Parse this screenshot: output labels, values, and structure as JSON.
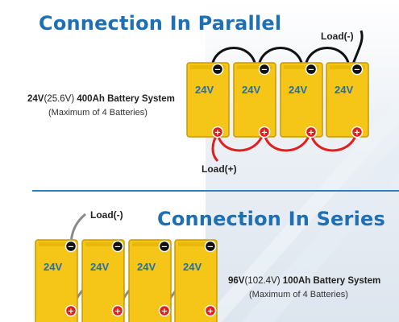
{
  "parallel": {
    "title": "Connection In Parallel",
    "spec_voltage": "24V",
    "spec_voltage_detail": "(25.6V)",
    "spec_capacity": "400Ah Battery System",
    "spec_note": "(Maximum of 4 Batteries)",
    "load_negative": "Load(-)",
    "load_positive": "Load(+)",
    "batteries": [
      "24V",
      "24V",
      "24V",
      "24V"
    ]
  },
  "series": {
    "title": "Connection In Series",
    "spec_voltage": "96V",
    "spec_voltage_detail": "(102.4V)",
    "spec_capacity": "100Ah Battery System",
    "spec_note": "(Maximum of 4 Batteries)",
    "load_negative": "Load(-)",
    "batteries": [
      "24V",
      "24V",
      "24V",
      "24V"
    ]
  },
  "colors": {
    "title_blue": "#1f6fb5",
    "battery_yellow": "#f5c518",
    "battery_edge": "#c99a00",
    "positive_red": "#e02020",
    "negative_black": "#111111",
    "series_cable_grey": "#8a8a8a"
  },
  "terminal_symbols": {
    "positive": "+",
    "negative": "−"
  }
}
